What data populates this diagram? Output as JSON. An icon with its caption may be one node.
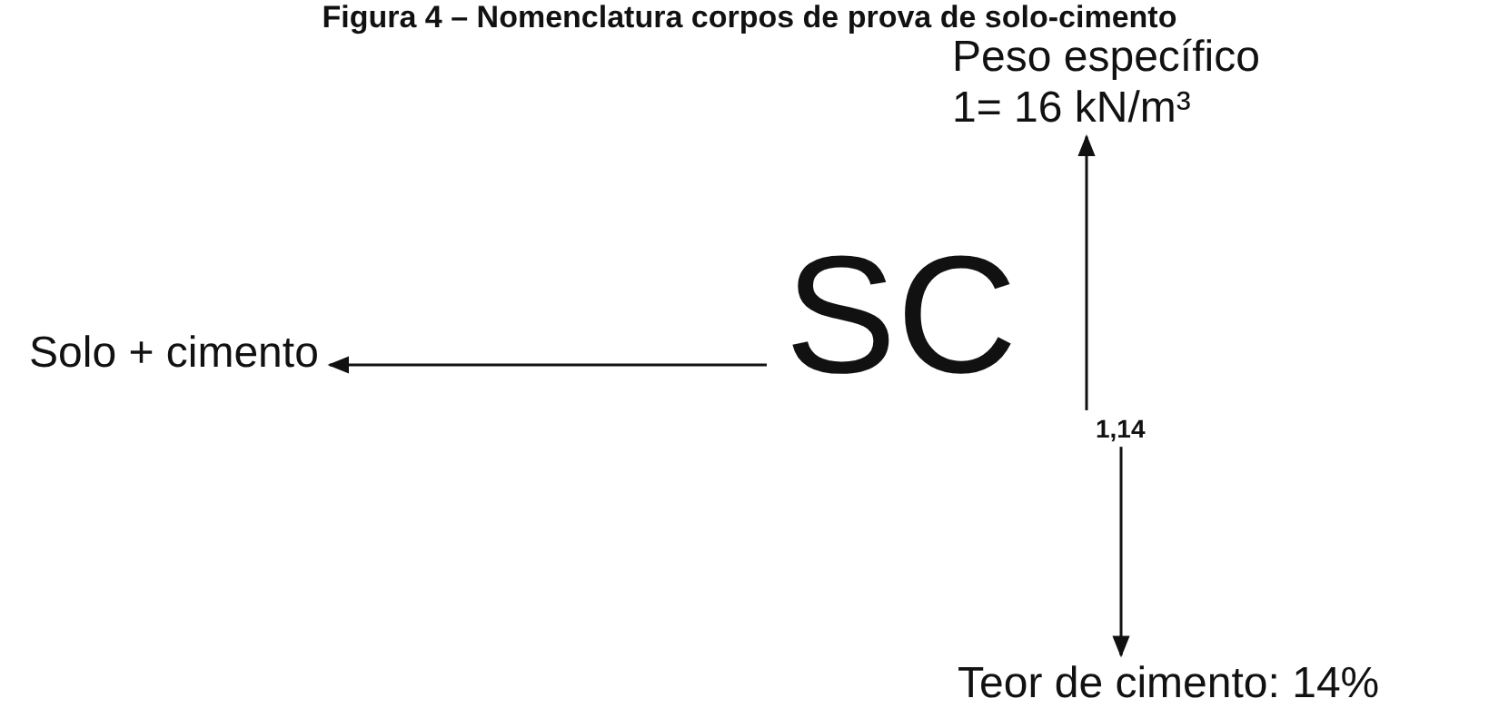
{
  "diagram": {
    "title": "Figura 4 – Nomenclatura corpos de prova de solo-cimento",
    "nodes": [
      {
        "text": [
          "SC"
        ]
      },
      {
        "text": [
          "Solo + cimento"
        ]
      },
      {
        "text": [
          "Peso específico",
          "1= 16 kN/m³"
        ]
      },
      {
        "text": [
          "1,14"
        ]
      },
      {
        "text": [
          "Teor de cimento: 14%"
        ]
      }
    ],
    "edges": [
      {
        "from": 0,
        "to": 1,
        "arrow": "to"
      },
      {
        "from": 3,
        "to": 2,
        "arrow": "to"
      },
      {
        "from": 3,
        "to": 4,
        "arrow": "to"
      }
    ]
  }
}
